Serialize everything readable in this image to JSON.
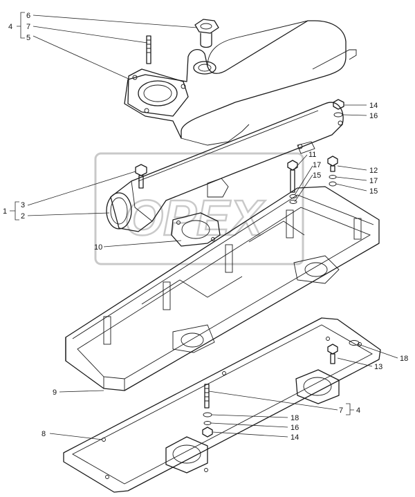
{
  "watermark": {
    "text": "OPEX"
  },
  "callouts": {
    "c6": "6",
    "c7a": "7",
    "c5": "5",
    "c4a": "4",
    "c14a": "14",
    "c16a": "16",
    "c11": "11",
    "c17a": "17",
    "c15a": "15",
    "c12": "12",
    "c17b": "17",
    "c15b": "15",
    "c3": "3",
    "c2": "2",
    "c1": "1",
    "c10": "10",
    "c9": "9",
    "c18a": "18",
    "c13": "13",
    "c7b": "7",
    "c4b": "4",
    "c18b": "18",
    "c16b": "16",
    "c14b": "14",
    "c8": "8"
  }
}
